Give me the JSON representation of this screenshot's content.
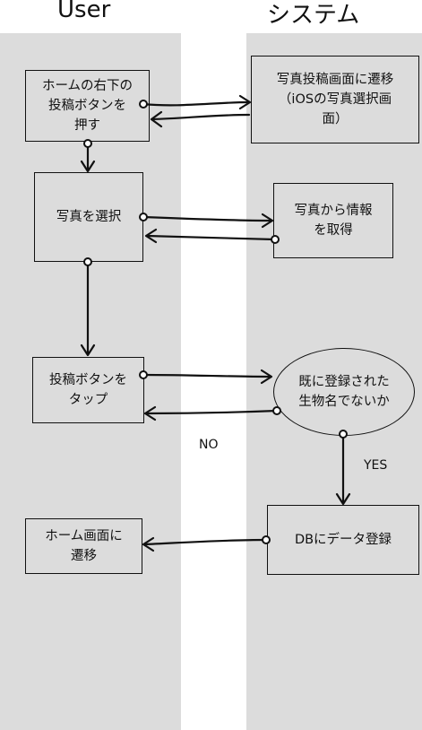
{
  "lanes": {
    "user": "User",
    "system": "システム"
  },
  "nodes": {
    "press_post": "ホームの右下の\n投稿ボタンを\n押す",
    "photo_screen": "写真投稿画面に遷移\n（iOSの写真選択画\n面）",
    "select_photo": "写真を選択",
    "get_info": "写真から情報\nを取得",
    "tap_post": "投稿ボタンを\nタップ",
    "check_registered": "既に登録された\n生物名でないか",
    "db_register": "DBにデータ登録",
    "go_home": "ホーム画面に\n遷移"
  },
  "edge_labels": {
    "no": "NO",
    "yes": "YES"
  }
}
